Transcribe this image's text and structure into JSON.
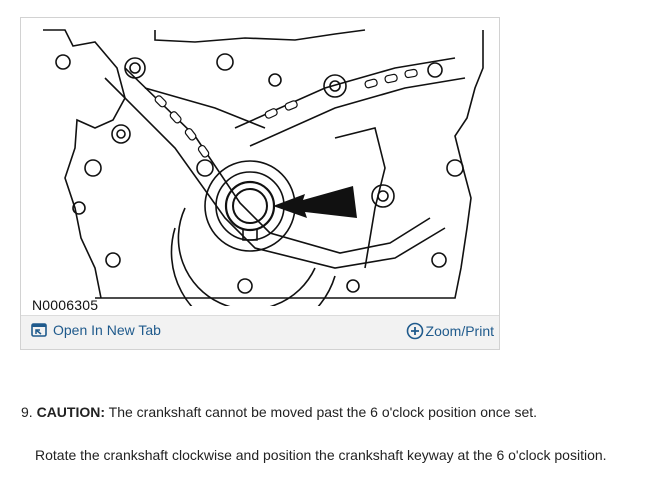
{
  "figure": {
    "id_label": "N0006305",
    "open_tab_label": "Open In New Tab",
    "zoom_label": "Zoom/Print"
  },
  "step": {
    "number": "9.",
    "caution_label": "CAUTION:",
    "caution_text": "The crankshaft cannot be moved past the 6 o'clock position once set.",
    "instruction": "Rotate the crankshaft clockwise and position the crankshaft keyway at the 6 o'clock position."
  },
  "colors": {
    "link": "#1f5a8c",
    "footer_bg": "#f2f2f2"
  },
  "icons": [
    "open-new-tab-icon",
    "zoom-plus-icon"
  ]
}
